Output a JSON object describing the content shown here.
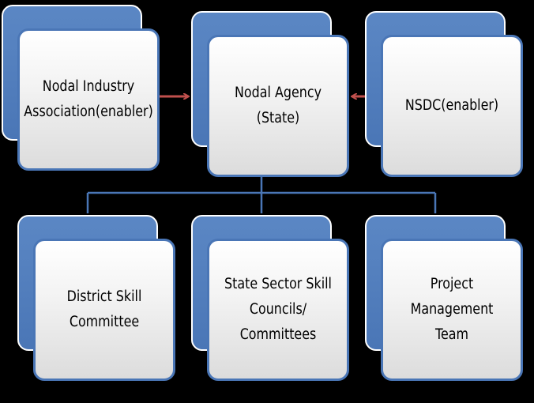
{
  "colors": {
    "background": "#000000",
    "back_card": "#4a76b6",
    "front_border": "#4a76b6",
    "connector": "#4a76b6",
    "arrow": "#c0504d"
  },
  "nodes": {
    "industry_association": {
      "label": "Nodal Industry\nAssociation(enabler)"
    },
    "nodal_agency": {
      "label": "Nodal Agency (State)"
    },
    "nsdc": {
      "label": "NSDC(enabler)"
    },
    "district_committee": {
      "label": "District Skill\nCommittee"
    },
    "sector_councils": {
      "label": "State Sector Skill\nCouncils/\nCommittees"
    },
    "project_team": {
      "label": "Project Management\nTeam"
    }
  },
  "edges": [
    {
      "from": "industry_association",
      "to": "nodal_agency",
      "kind": "arrow"
    },
    {
      "from": "nsdc",
      "to": "nodal_agency",
      "kind": "arrow"
    },
    {
      "from": "nodal_agency",
      "to": "district_committee",
      "kind": "hierarchy"
    },
    {
      "from": "nodal_agency",
      "to": "sector_councils",
      "kind": "hierarchy"
    },
    {
      "from": "nodal_agency",
      "to": "project_team",
      "kind": "hierarchy"
    }
  ]
}
